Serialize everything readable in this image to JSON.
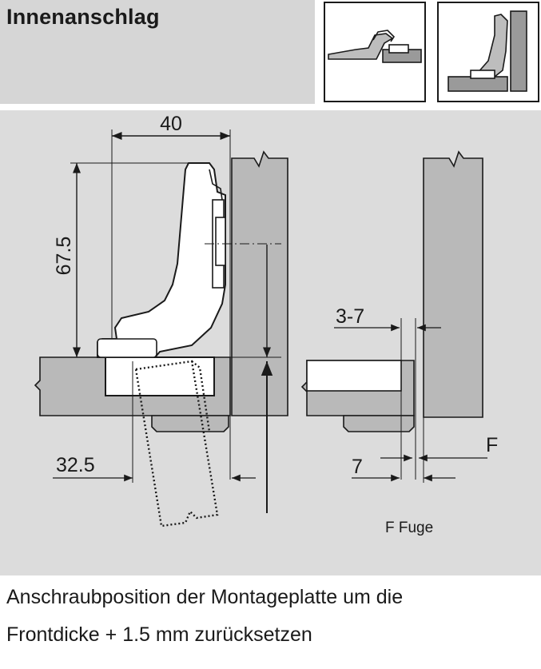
{
  "header": {
    "title": "Innenanschlag"
  },
  "dimensions": {
    "cup_distance": "40",
    "hinge_height": "67.5",
    "plate_setback": "32.5",
    "gap_range": "3-7",
    "edge_distance": "7",
    "gap_symbol": "F"
  },
  "legend": {
    "gap_note": "F Fuge"
  },
  "caption": {
    "line1": "Anschraubposition der Montageplatte um die",
    "line2": "Frontdicke + 1.5 mm zurücksetzen"
  }
}
